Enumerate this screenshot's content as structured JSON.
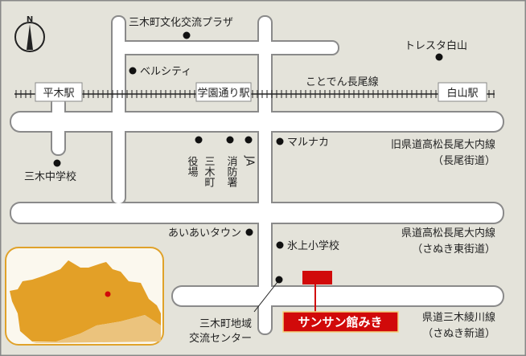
{
  "compass": {
    "label": "N"
  },
  "railway": {
    "name": "ことでん長尾線"
  },
  "stations": [
    {
      "name": "平木駅"
    },
    {
      "name": "学園通り駅"
    },
    {
      "name": "白山駅"
    }
  ],
  "landmarks": {
    "plaza": "三木町文化交流プラザ",
    "bellcity": "ベルシティ",
    "tresta": "トレスタ白山",
    "marunaka": "マルナカ",
    "school_jr": "三木中学校",
    "town_office": [
      "三木町",
      "役場"
    ],
    "fire": "消防署",
    "ja": "JA",
    "aiai": "あいあいタウン",
    "hikami": "氷上小学校",
    "center": [
      "三木町地域",
      "交流センター"
    ]
  },
  "roads": {
    "old_route": [
      "旧県道高松長尾大内線",
      "（長尾街道）"
    ],
    "route_east": [
      "県道高松長尾大内線",
      "（さぬき東街道）"
    ],
    "route_new": [
      "県道三木綾川線",
      "（さぬき新道）"
    ]
  },
  "destination": {
    "name": "サンサン館みき"
  },
  "colors": {
    "background": "#e4e3da",
    "road": "#ffffff",
    "road_edge": "#8a8a8a",
    "destination": "#d10a0a",
    "inset_land": "#e3a027",
    "inset_land_light": "#ebc37d"
  }
}
